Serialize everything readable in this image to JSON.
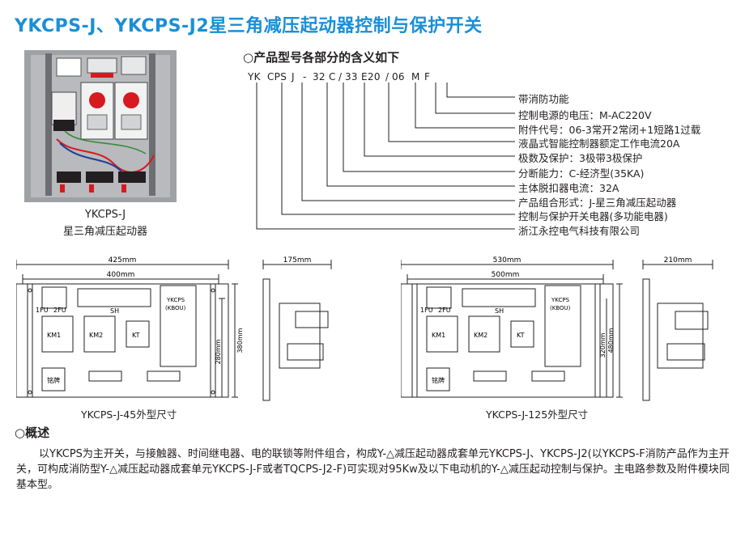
{
  "title": "YKCPS-J、YKCPS-J2星三角减压起动器控制与保护开关",
  "photo": {
    "caption_line1": "YKCPS-J",
    "caption_line2": "星三角减压起动器"
  },
  "model_section": {
    "heading": "○产品型号各部分的含义如下",
    "code_parts": [
      "YK",
      "CPS",
      "J",
      "-",
      "32",
      "C",
      "/",
      "33",
      "E20",
      "/",
      "06",
      "M",
      "F"
    ],
    "meanings": [
      "带消防功能",
      "控制电源的电压：M-AC220V",
      "附件代号：06-3常开2常闭+1短路1过载",
      "液晶式智能控制器额定工作电流20A",
      "极数及保护：3极带3极保护",
      "分断能力：C-经济型(35KA)",
      "主体脱扣器电流：32A",
      "产品组合形式：J-星三角减压起动器",
      "控制与保护开关电器(多功能电器)",
      "浙江永控电气科技有限公司"
    ]
  },
  "diagrams": [
    {
      "caption": "YKCPS-J-45外型尺寸",
      "width_outer": "425mm",
      "width_inner": "400mm",
      "height_inner": "280mm",
      "height_outer": "380mm",
      "side_depth": "175mm",
      "labels": {
        "fu1": "1FU",
        "fu2": "2FU",
        "sh": "SH",
        "km1": "KM1",
        "km2": "KM2",
        "kt": "KT",
        "plate": "铭牌",
        "ctrl1": "YKCPS",
        "ctrl2": "(KBOU)"
      }
    },
    {
      "caption": "YKCPS-J-125外型尺寸",
      "width_outer": "530mm",
      "width_inner": "500mm",
      "height_inner": "320mm",
      "height_outer": "480mm",
      "side_depth": "210mm",
      "labels": {
        "fu1": "1FU",
        "fu2": "2FU",
        "sh": "SH",
        "km1": "KM1",
        "km2": "KM2",
        "kt": "KT",
        "plate": "铭牌",
        "ctrl1": "YKCPS",
        "ctrl2": "(KBOU)"
      }
    }
  ],
  "overview": {
    "heading": "○概述",
    "text": "以YKCPS为主开关，与接触器、时间继电器、电的联锁等附件组合，构成Y-△减压起动器成套单元YKCPS-J、YKCPS-J2(以YKCPS-F消防产品作为主开关，可构成消防型Y-△减压起动器成套单元YKCPS-J-F或者TQCPS-J2-F)可实现对95Kw及以下电动机的Y-△减压起动控制与保护。主电路参数及附件模块同基本型。"
  },
  "colors": {
    "title": "#1a8fd6",
    "text": "#231f20",
    "breaker_red": "#d71920",
    "panel_grey": "#a7a9ac"
  }
}
